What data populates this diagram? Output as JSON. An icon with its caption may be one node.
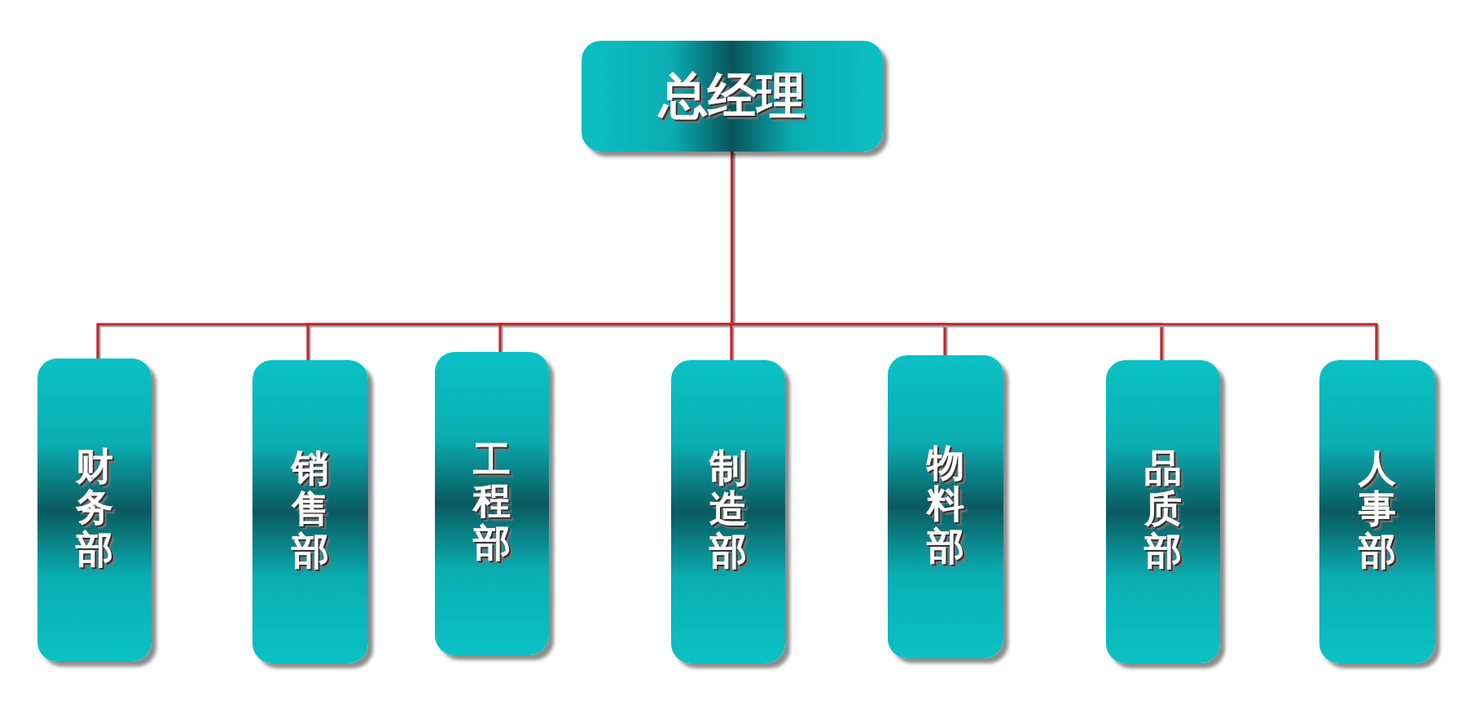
{
  "diagram": {
    "nodes": [
      {
        "text": [
          "总经理"
        ]
      },
      {
        "text": [
          "财务部"
        ]
      },
      {
        "text": [
          "销售部"
        ]
      },
      {
        "text": [
          "工程部"
        ]
      },
      {
        "text": [
          "制造部"
        ]
      },
      {
        "text": [
          "物料部"
        ]
      },
      {
        "text": [
          "品质部"
        ]
      },
      {
        "text": [
          "人事部"
        ]
      }
    ],
    "edges": [
      {
        "from": 0,
        "to": 1,
        "arrow": "none"
      },
      {
        "from": 0,
        "to": 2,
        "arrow": "none"
      },
      {
        "from": 0,
        "to": 3,
        "arrow": "none"
      },
      {
        "from": 0,
        "to": 4,
        "arrow": "none"
      },
      {
        "from": 0,
        "to": 5,
        "arrow": "none"
      },
      {
        "from": 0,
        "to": 6,
        "arrow": "none"
      },
      {
        "from": 0,
        "to": 7,
        "arrow": "none"
      }
    ]
  }
}
